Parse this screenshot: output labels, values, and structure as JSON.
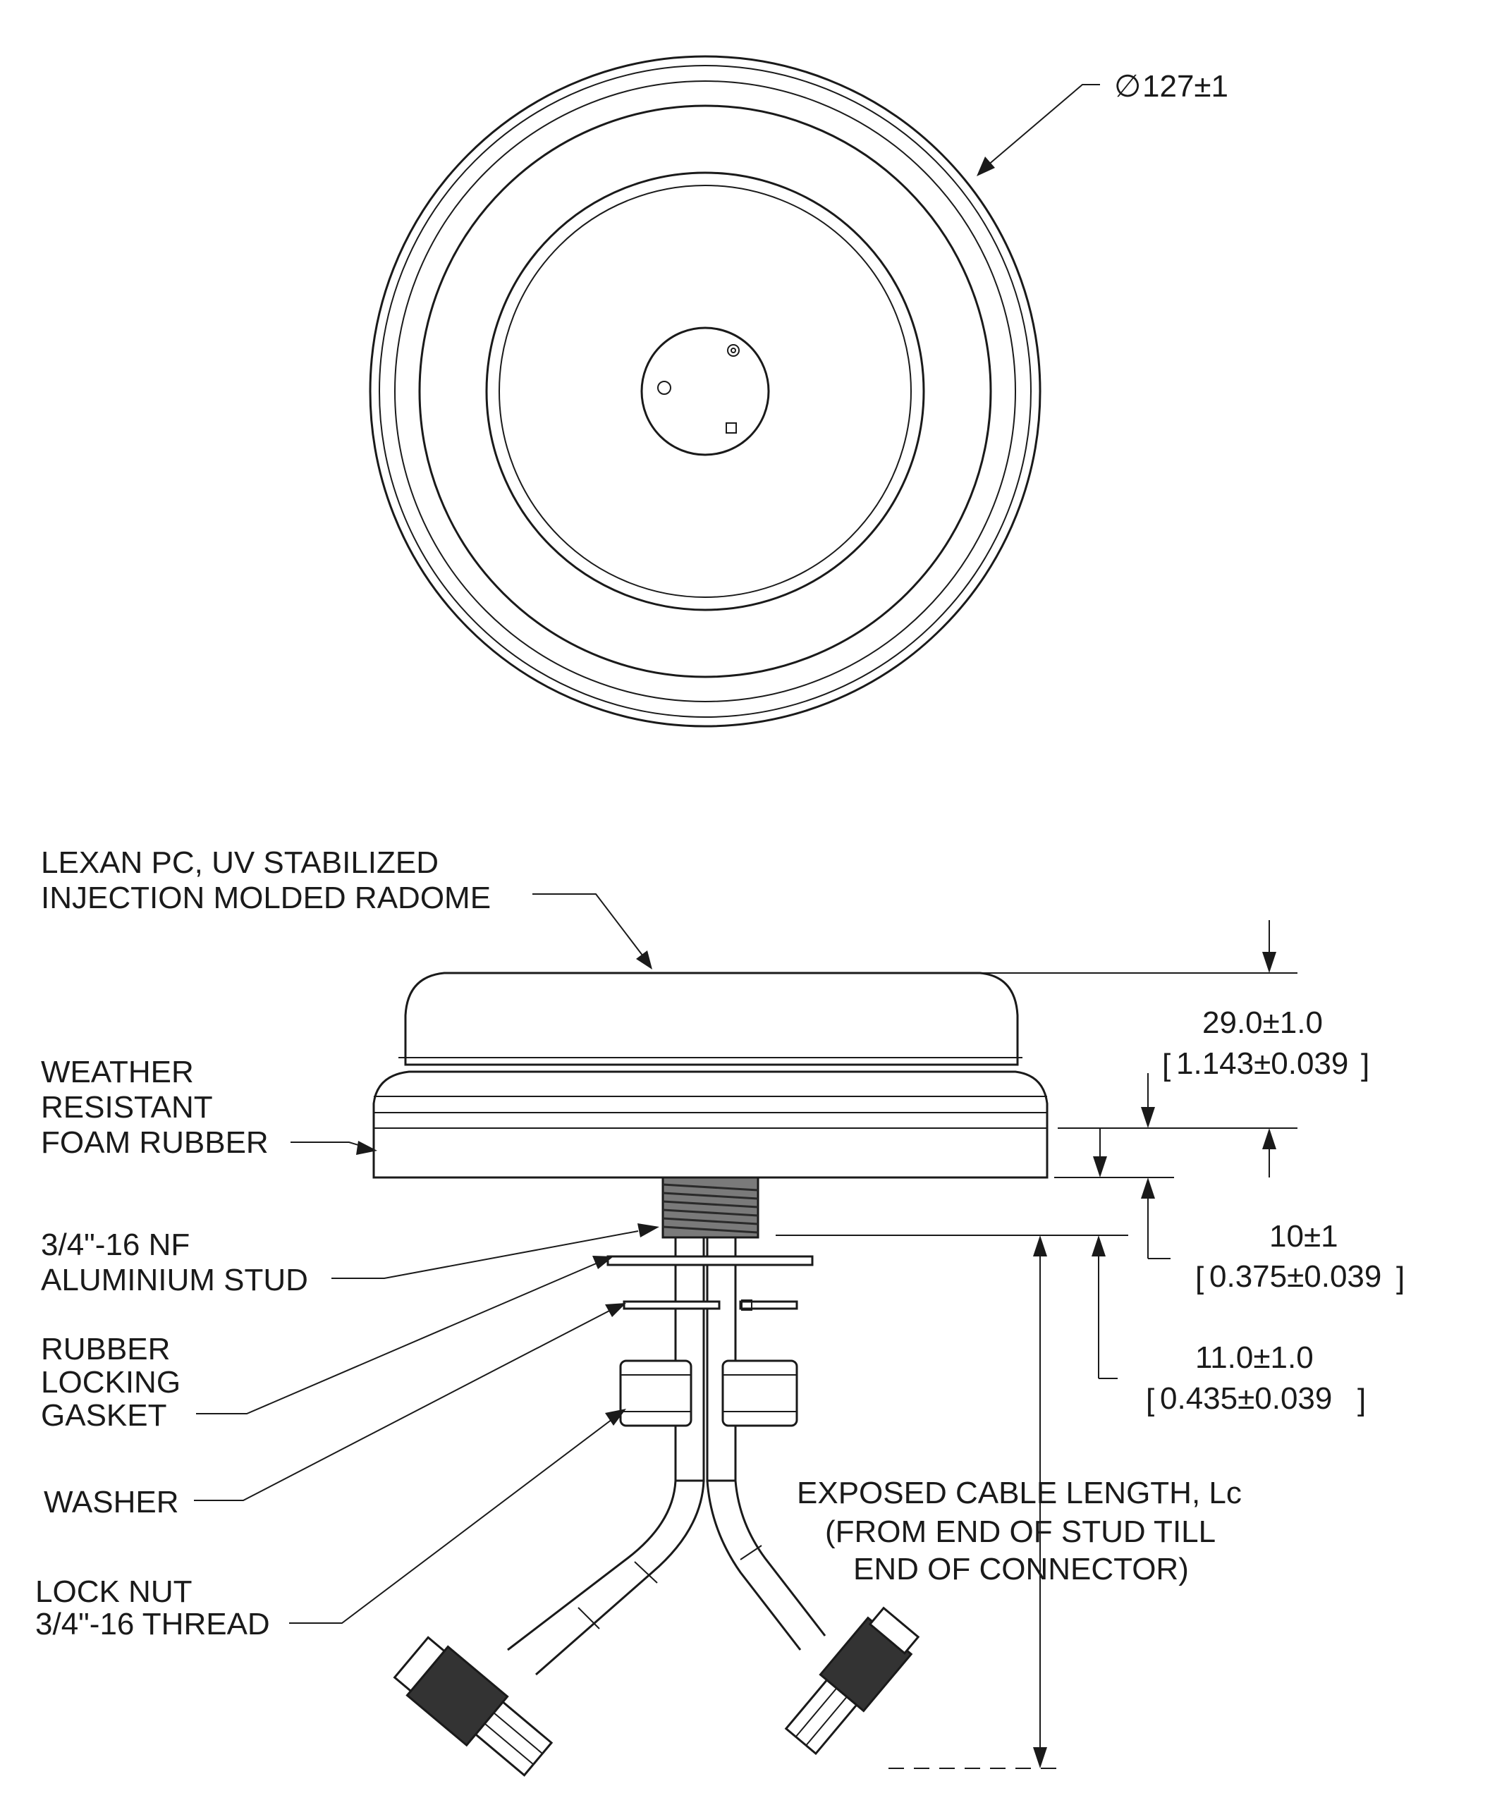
{
  "top_view": {
    "diameter_symbol": "∅",
    "diameter_value": "127±1"
  },
  "side_view": {
    "radome_label": [
      "LEXAN PC, UV STABILIZED",
      "INJECTION MOLDED RADOME"
    ],
    "foam_label": [
      "WEATHER",
      "RESISTANT",
      "FOAM RUBBER"
    ],
    "stud_label": [
      "3/4\"-16 NF",
      "ALUMINIUM STUD"
    ],
    "gasket_label": [
      "RUBBER",
      "LOCKING",
      "GASKET"
    ],
    "washer_label": "WASHER",
    "locknut_label": [
      "LOCK NUT",
      "3/4\"-16 THREAD"
    ],
    "cable_label": [
      "EXPOSED CABLE LENGTH, Lc",
      "(FROM END OF STUD TILL",
      "END OF CONNECTOR)"
    ]
  },
  "dimensions": {
    "height": {
      "mm": "29.0±1.0",
      "inch": "1.143±0.039"
    },
    "foam": {
      "mm": "10±1",
      "inch": "0.375±0.039"
    },
    "stud": {
      "mm": "11.0±1.0",
      "inch": "0.435±0.039"
    }
  }
}
